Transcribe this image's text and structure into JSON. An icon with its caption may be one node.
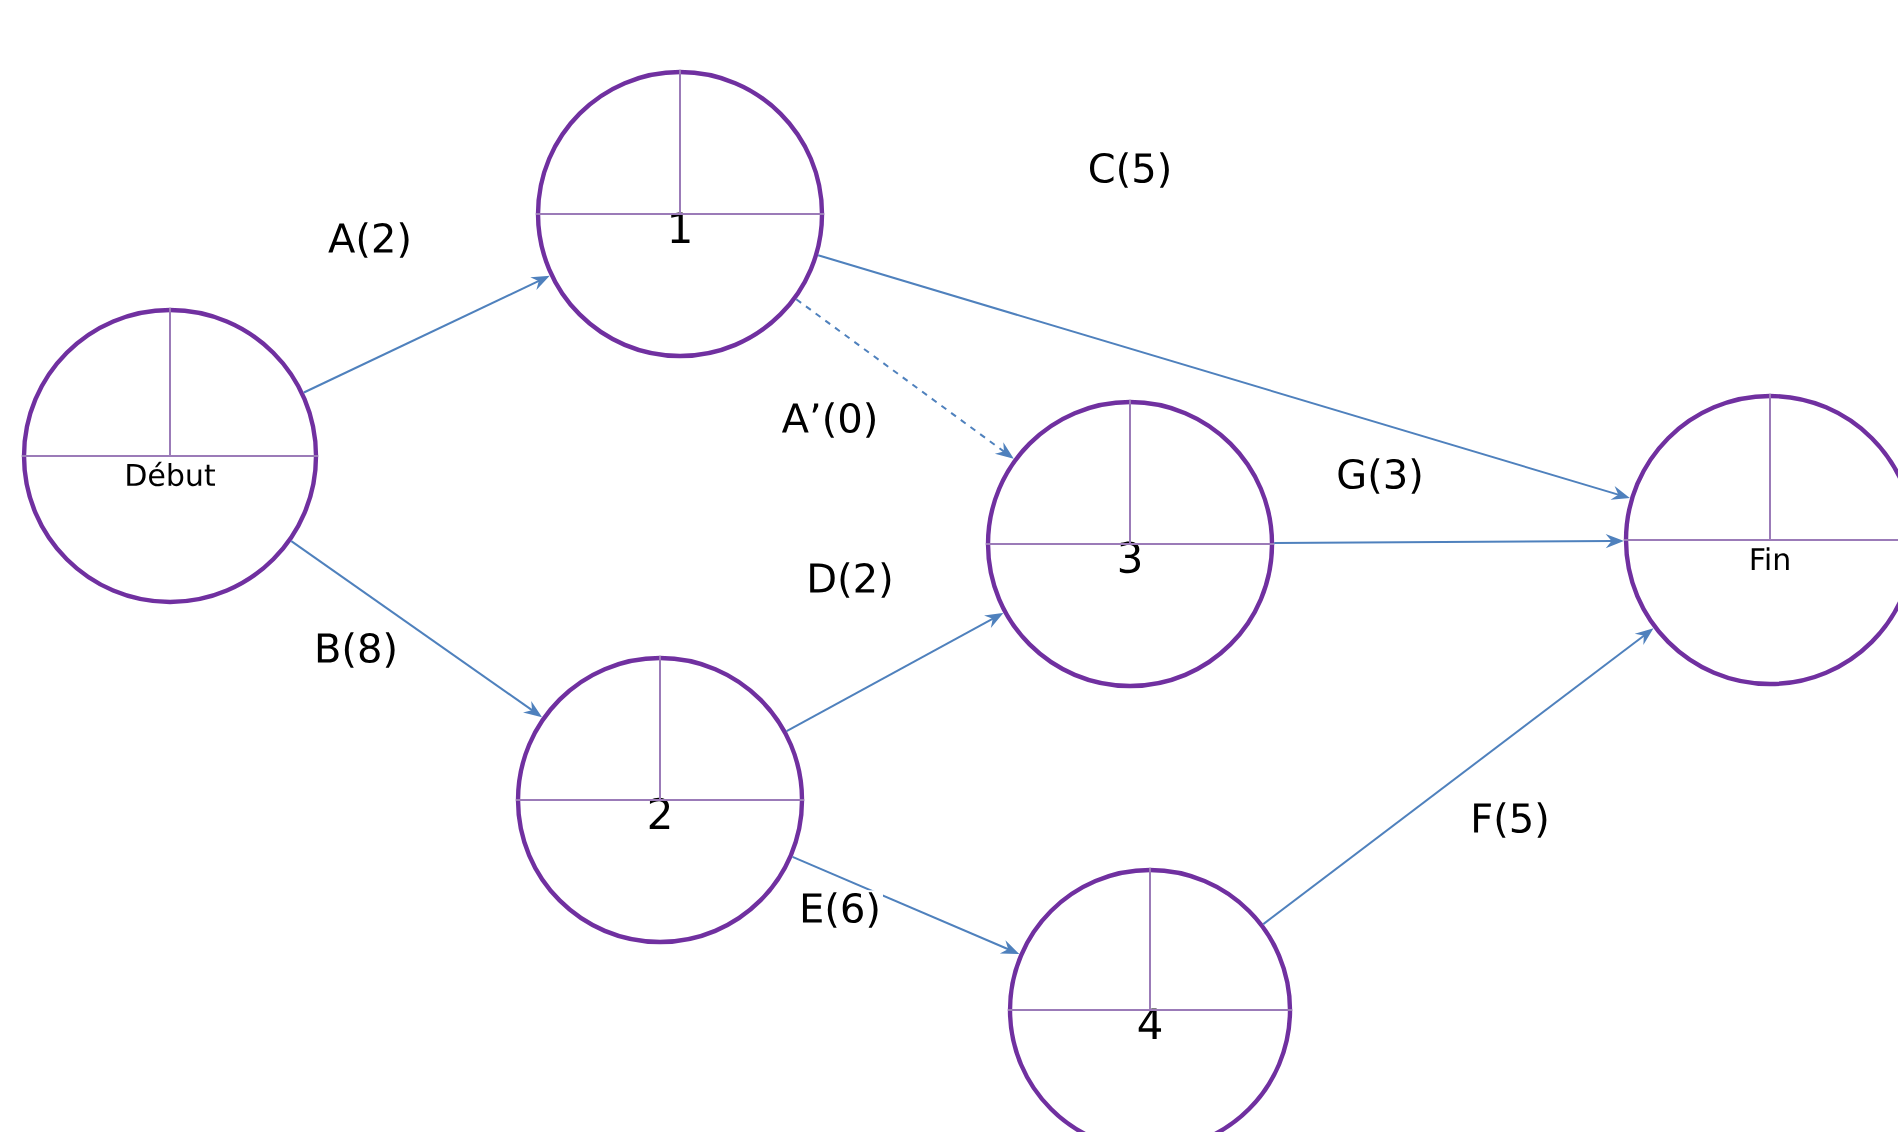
{
  "diagram": {
    "nodes": [
      {
        "text": [
          "Début"
        ]
      },
      {
        "text": [
          "1"
        ]
      },
      {
        "text": [
          "2"
        ]
      },
      {
        "text": [
          "3"
        ]
      },
      {
        "text": [
          "4"
        ]
      },
      {
        "text": [
          "Fin"
        ]
      }
    ],
    "edges": [
      {
        "from": 0,
        "to": 1,
        "arrow": "to",
        "label": "A(2)"
      },
      {
        "from": 0,
        "to": 2,
        "arrow": "to",
        "label": "B(8)"
      },
      {
        "from": 1,
        "to": 5,
        "arrow": "to",
        "label": "C(5)"
      },
      {
        "from": 1,
        "to": 3,
        "arrow": "to",
        "label": "A’(0)",
        "style": "dashed"
      },
      {
        "from": 2,
        "to": 3,
        "arrow": "to",
        "label": "D(2)"
      },
      {
        "from": 2,
        "to": 4,
        "arrow": "to",
        "label": "E(6)"
      },
      {
        "from": 3,
        "to": 5,
        "arrow": "to",
        "label": "G(3)"
      },
      {
        "from": 4,
        "to": 5,
        "arrow": "to",
        "label": "F(5)"
      }
    ]
  }
}
